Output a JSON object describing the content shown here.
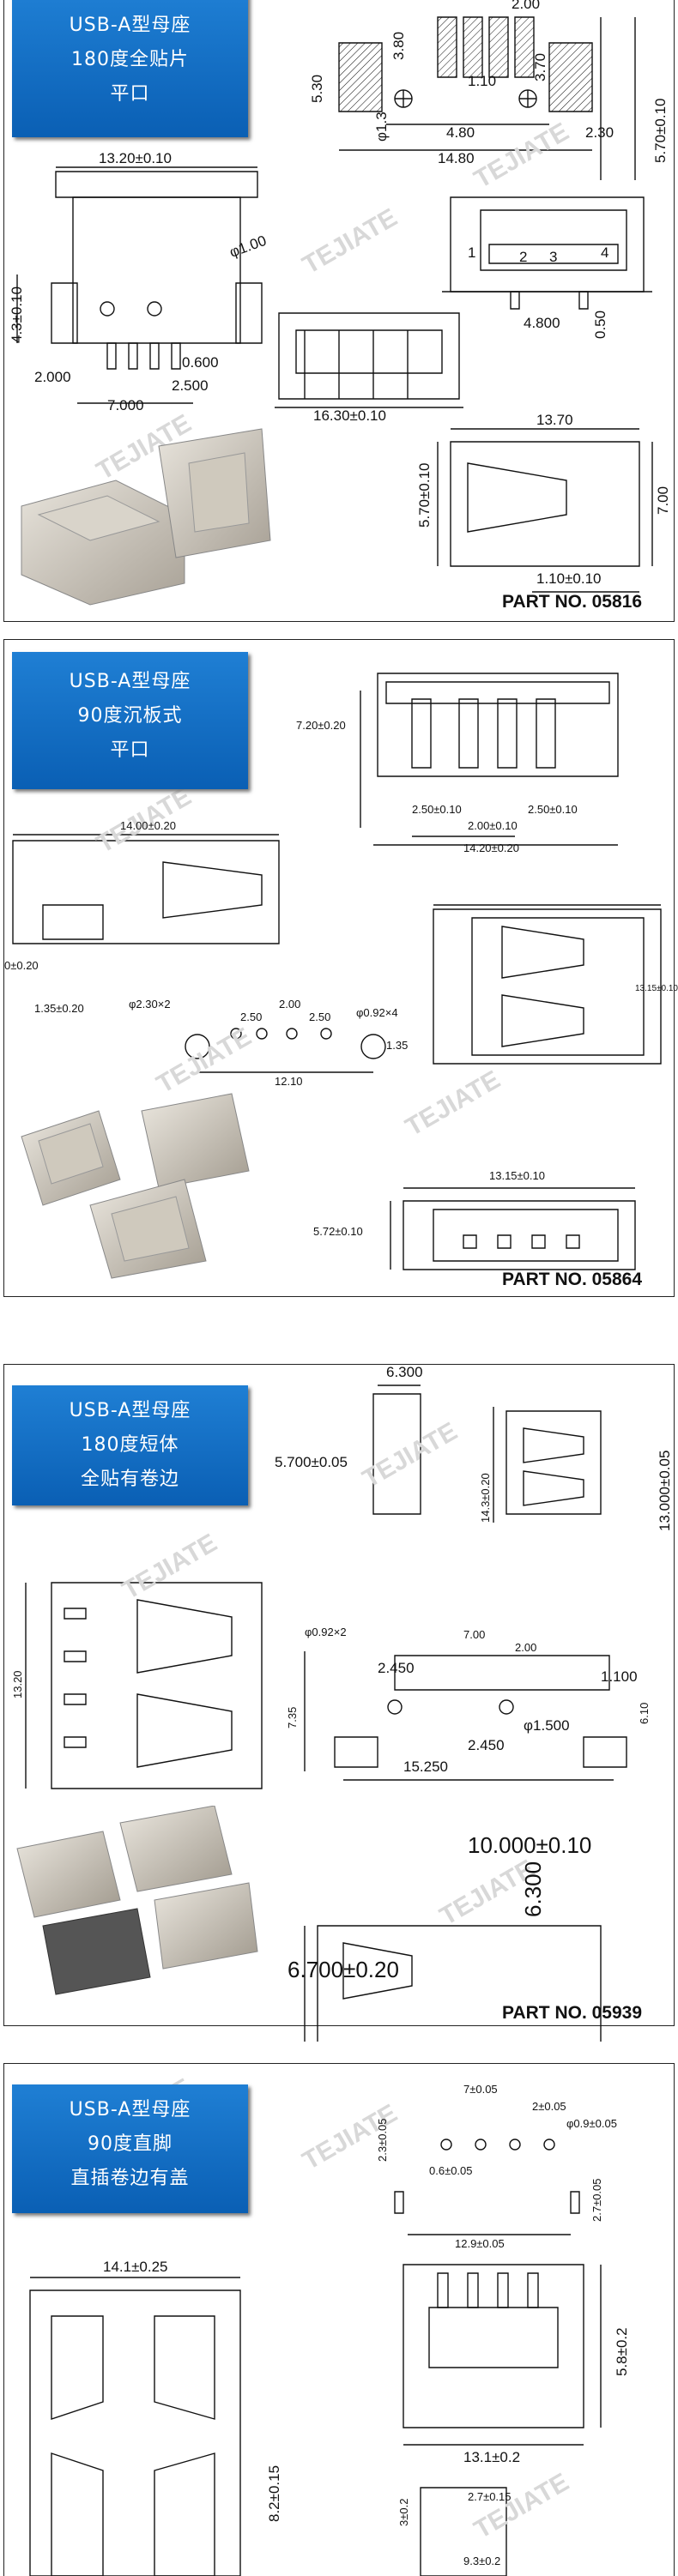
{
  "panels": [
    {
      "title_lines": [
        "USB-A型母座",
        "180度全贴片",
        "平口"
      ],
      "part_no": "PART NO. 05816",
      "dims": [
        "2.00",
        "3.80",
        "1.10",
        "3.70",
        "5.30",
        "φ1.3",
        "4.80",
        "14.80",
        "2.30",
        "5.70±0.10",
        "13.20±0.10",
        "φ1.00",
        "4.3±0.10",
        "0.600",
        "2.000",
        "2.500",
        "7.000",
        "16.30±0.10",
        "4.800",
        "0.50",
        "13.70",
        "5.70±0.10",
        "7.00",
        "1.10±0.10",
        "1",
        "2",
        "3",
        "4"
      ]
    },
    {
      "title_lines": [
        "USB-A型母座",
        "90度沉板式",
        "平口"
      ],
      "part_no": "PART NO. 05864",
      "dims": [
        "7.20±0.20",
        "2.50±0.10",
        "2.50±0.10",
        "2.00±0.10",
        "14.20±0.20",
        "14.00±0.20",
        "0±0.20",
        "1.35±0.20",
        "φ2.30×2",
        "2.50",
        "2.00",
        "2.50",
        "φ0.92×4",
        "1.35",
        "12.10",
        "13.15±0.10",
        "13.15±0.10",
        "5.72±0.10"
      ]
    },
    {
      "title_lines": [
        "USB-A型母座",
        "180度短体",
        "全贴有卷边"
      ],
      "part_no": "PART NO. 05939",
      "dims": [
        "6.300",
        "5.700±0.05",
        "14.3±0.20",
        "13.000±0.05",
        "13.20",
        "7.00",
        "φ0.92×2",
        "2.00",
        "2.450",
        "1.100",
        "φ1.500",
        "7.35",
        "2.450",
        "6.10",
        "15.250",
        "10.000±0.10",
        "6.300",
        "6.700±0.20"
      ]
    },
    {
      "title_lines": [
        "USB-A型母座",
        "90度直脚",
        "直插卷边有盖"
      ],
      "part_no": "",
      "dims": [
        "7±0.05",
        "2±0.05",
        "2.3±0.05",
        "φ0.9±0.05",
        "0.6±0.05",
        "12.9±0.05",
        "2.7±0.05",
        "14.1±0.25",
        "5.8±0.2",
        "13.1±0.2",
        "8.2±0.15",
        "2.7±0.15",
        "3±0.2",
        "9.3±0.2"
      ]
    }
  ],
  "watermark": "TEJIATE",
  "colors": {
    "title_bg": "#0a6ac6",
    "line": "#111111",
    "metal": "#c8c2b6"
  }
}
